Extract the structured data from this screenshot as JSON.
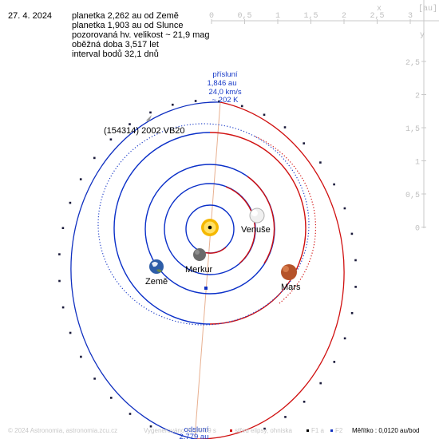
{
  "date": "27. 4. 2024",
  "info_lines": [
    "planetka 2,262 au od Země",
    "planetka 1,903 au od Slunce",
    "pozorovaná hv. velikost ~ 21,9 mag",
    "oběžná doba 3,517 let",
    "interval bodů 32,1 dnů"
  ],
  "asteroid_name": "(154314) 2002 VB20",
  "perihelion": {
    "label": "přísluní",
    "distance": "1,846 au",
    "speed": "24,0 km/s",
    "temperature": "~ 202 K"
  },
  "aphelion": {
    "label": "odsluní",
    "distance": "2,779 au"
  },
  "planets": {
    "venus": "Venuše",
    "earth": "Země",
    "mercury": "Merkur",
    "mars": "Mars"
  },
  "scale_x": {
    "label": "x",
    "unit": "[au]",
    "ticks": [
      "0",
      "0,5",
      "1",
      "1,5",
      "2",
      "2,5",
      "3"
    ]
  },
  "scale_y": {
    "label": "y",
    "ticks": [
      "2,5",
      "2",
      "1,5",
      "1",
      "0,5",
      "0"
    ]
  },
  "footer": {
    "copyright": "© 2024 Astronomia, astronomia.zcu.cz",
    "generated": "Vygenerováno 20:00:09 s",
    "legend_center": "střed elipsy, ohniska",
    "legend_f1": "F1 a",
    "legend_f2": "F2",
    "scale": "Měřítko : 0,0120 au/bod"
  },
  "colors": {
    "asteroid_near": "#d01010",
    "asteroid_far": "#1030c0",
    "planet_orbit": "#0a2fc8",
    "axis": "#c8c8c8",
    "apsis_line": "#e8b090",
    "label_blue": "#1a3cc8"
  }
}
